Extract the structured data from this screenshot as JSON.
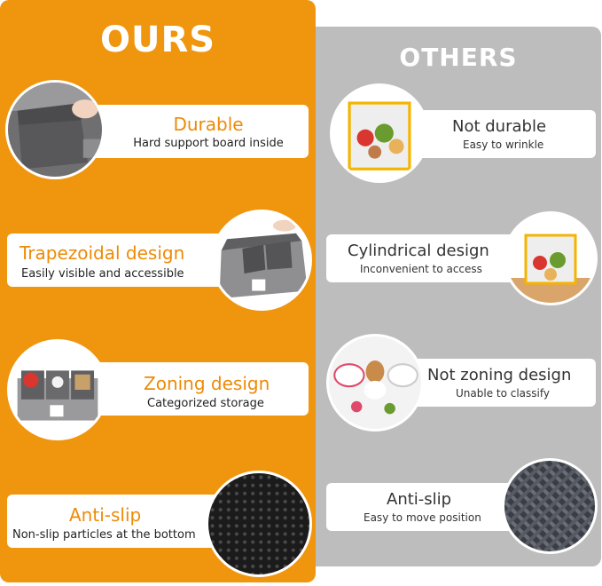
{
  "ours": {
    "heading": "OURS",
    "items": [
      {
        "title": "Durable",
        "desc": "Hard support board inside",
        "icon": "support-board-icon"
      },
      {
        "title": "Trapezoidal design",
        "desc": "Easily visible and accessible",
        "icon": "trapezoid-organizer-icon"
      },
      {
        "title": "Zoning design",
        "desc": "Categorized storage",
        "icon": "zoned-organizer-icon"
      },
      {
        "title": "Anti-slip",
        "desc": "Non-slip particles at the bottom",
        "icon": "non-slip-dots-icon"
      }
    ]
  },
  "others": {
    "heading": "OTHERS",
    "items": [
      {
        "title": "Not durable",
        "desc": "Easy to wrinkle",
        "icon": "mesh-basket-icon"
      },
      {
        "title": "Cylindrical design",
        "desc": "Inconvenient to access",
        "icon": "cylinder-basket-icon"
      },
      {
        "title": "Not zoning design",
        "desc": "Unable to classify",
        "icon": "dog-toys-icon"
      },
      {
        "title": "Anti-slip",
        "desc": "Easy to move position",
        "icon": "woven-mesh-icon"
      }
    ]
  },
  "colors": {
    "accent": "#F0950E",
    "gray_panel": "#BDBDBD"
  }
}
